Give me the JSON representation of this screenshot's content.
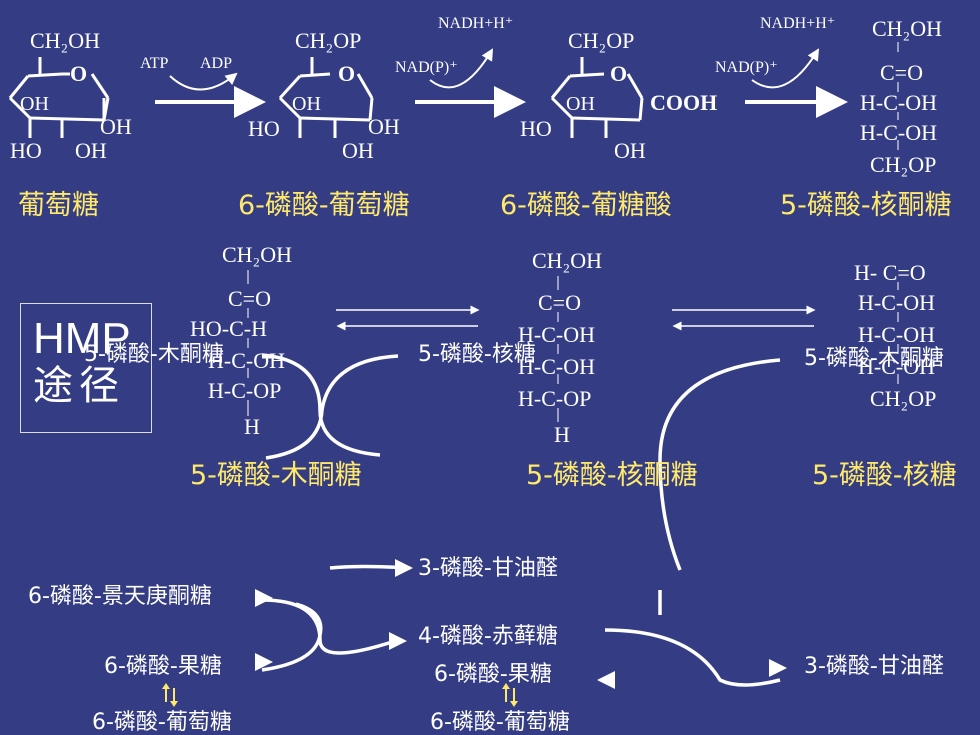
{
  "row1": {
    "glucose": {
      "top": "CH₂OH",
      "ring_o": "O",
      "oh_in": "OH",
      "oh_right": "OH",
      "ho_left": "HO",
      "oh_bottom": "OH",
      "name": "葡萄糖"
    },
    "step1": {
      "in": "ATP",
      "out": "ADP"
    },
    "g6p": {
      "top": "CH₂OP",
      "ring_o": "O",
      "oh_in": "OH",
      "oh_right": "OH",
      "ho_left": "HO",
      "oh_bottom": "OH",
      "name": "6-磷酸-葡萄糖"
    },
    "step2": {
      "in": "NAD(P)⁺",
      "out": "NADH+H⁺"
    },
    "gluconate": {
      "top": "CH₂OP",
      "ring_o": "O",
      "oh_in": "OH",
      "cooh": "COOH",
      "ho_left": "HO",
      "oh_bottom": "OH",
      "name": "6-磷酸-葡糖酸"
    },
    "step3": {
      "in": "NAD(P)⁺",
      "out": "NADH+H⁺"
    },
    "ribulose": {
      "c1": "CH₂OH",
      "c2": "C=O",
      "c3": "H-C-OH",
      "c4": "H-C-OH",
      "c5": "CH₂OP",
      "name": "5-磷酸-核酮糖"
    }
  },
  "row2": {
    "box": {
      "title": "HMP",
      "subtitle": "途径"
    },
    "xylulose": {
      "c1": "CH₂OH",
      "c2": "C=O",
      "c3": "HO-C-H",
      "c4": "H-C-OH",
      "c5": "H-C-OP",
      "c6": "H",
      "name": "5-磷酸-木酮糖"
    },
    "ribulose": {
      "c1": "CH₂OH",
      "c2": "C=O",
      "c3": "H-C-OH",
      "c4": "H-C-OH",
      "c5": "H-C-OP",
      "c6": "H",
      "name": "5-磷酸-核酮糖"
    },
    "ribose": {
      "c1": "H- C=O",
      "c2": "H-C-OH",
      "c3": "H-C-OH",
      "c4": "H-C-OH",
      "c5": "CH₂OP",
      "name": "5-磷酸-核糖"
    }
  },
  "row3": {
    "left": {
      "xylulose": "5-磷酸-木酮糖",
      "sedo": "6-磷酸-景天庚酮糖",
      "fructose": "6-磷酸-果糖",
      "glucose": "6-磷酸-葡萄糖"
    },
    "middle": {
      "ribose": "5-磷酸-核糖",
      "g3p": "3-磷酸-甘油醛",
      "erythrose": "4-磷酸-赤藓糖",
      "fructose": "6-磷酸-果糖",
      "glucose": "6-磷酸-葡萄糖"
    },
    "right": {
      "xylulose": "5-磷酸-木酮糖",
      "g3p": "3-磷酸-甘油醛"
    }
  }
}
